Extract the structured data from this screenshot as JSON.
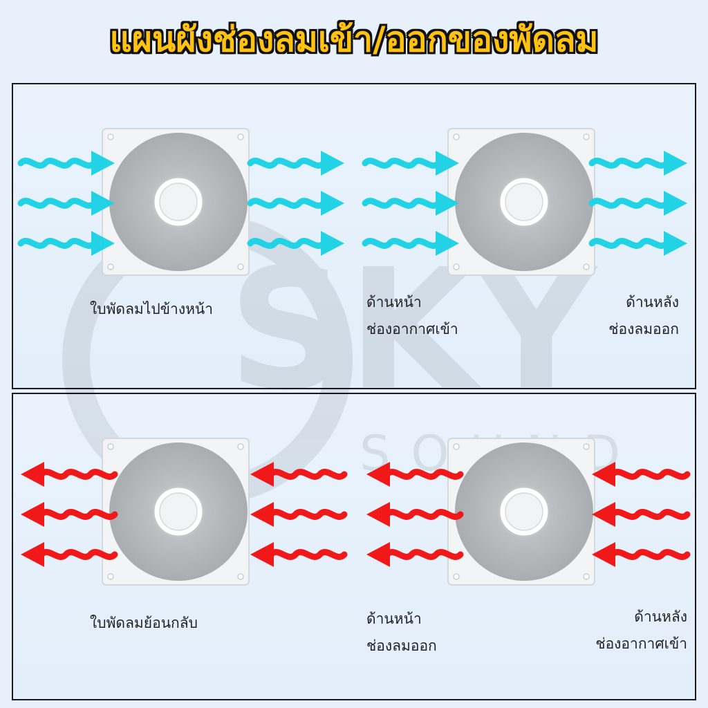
{
  "title": "แผนผังช่องลมเข้า/ออกของพัดลม",
  "watermark": {
    "brand": "SKY",
    "sub": "SOUND"
  },
  "colors": {
    "intake_arrow": "#22d3e6",
    "exhaust_arrow": "#f01818",
    "title": "#ffc20e"
  },
  "panels": [
    {
      "fan_label": "ใบพัดลมไปข้างหน้า",
      "front_label": [
        "ด้านหน้า",
        "ช่องอากาศเข้า"
      ],
      "back_label": [
        "ด้านหลัง",
        "ช่องลมออก"
      ]
    },
    {
      "fan_label": "ใบพัดลมย้อนกลับ",
      "front_label": [
        "ด้านหน้า",
        "ช่องลมออก"
      ],
      "back_label": [
        "ด้านหลัง",
        "ช่องอากาศเข้า"
      ]
    }
  ]
}
